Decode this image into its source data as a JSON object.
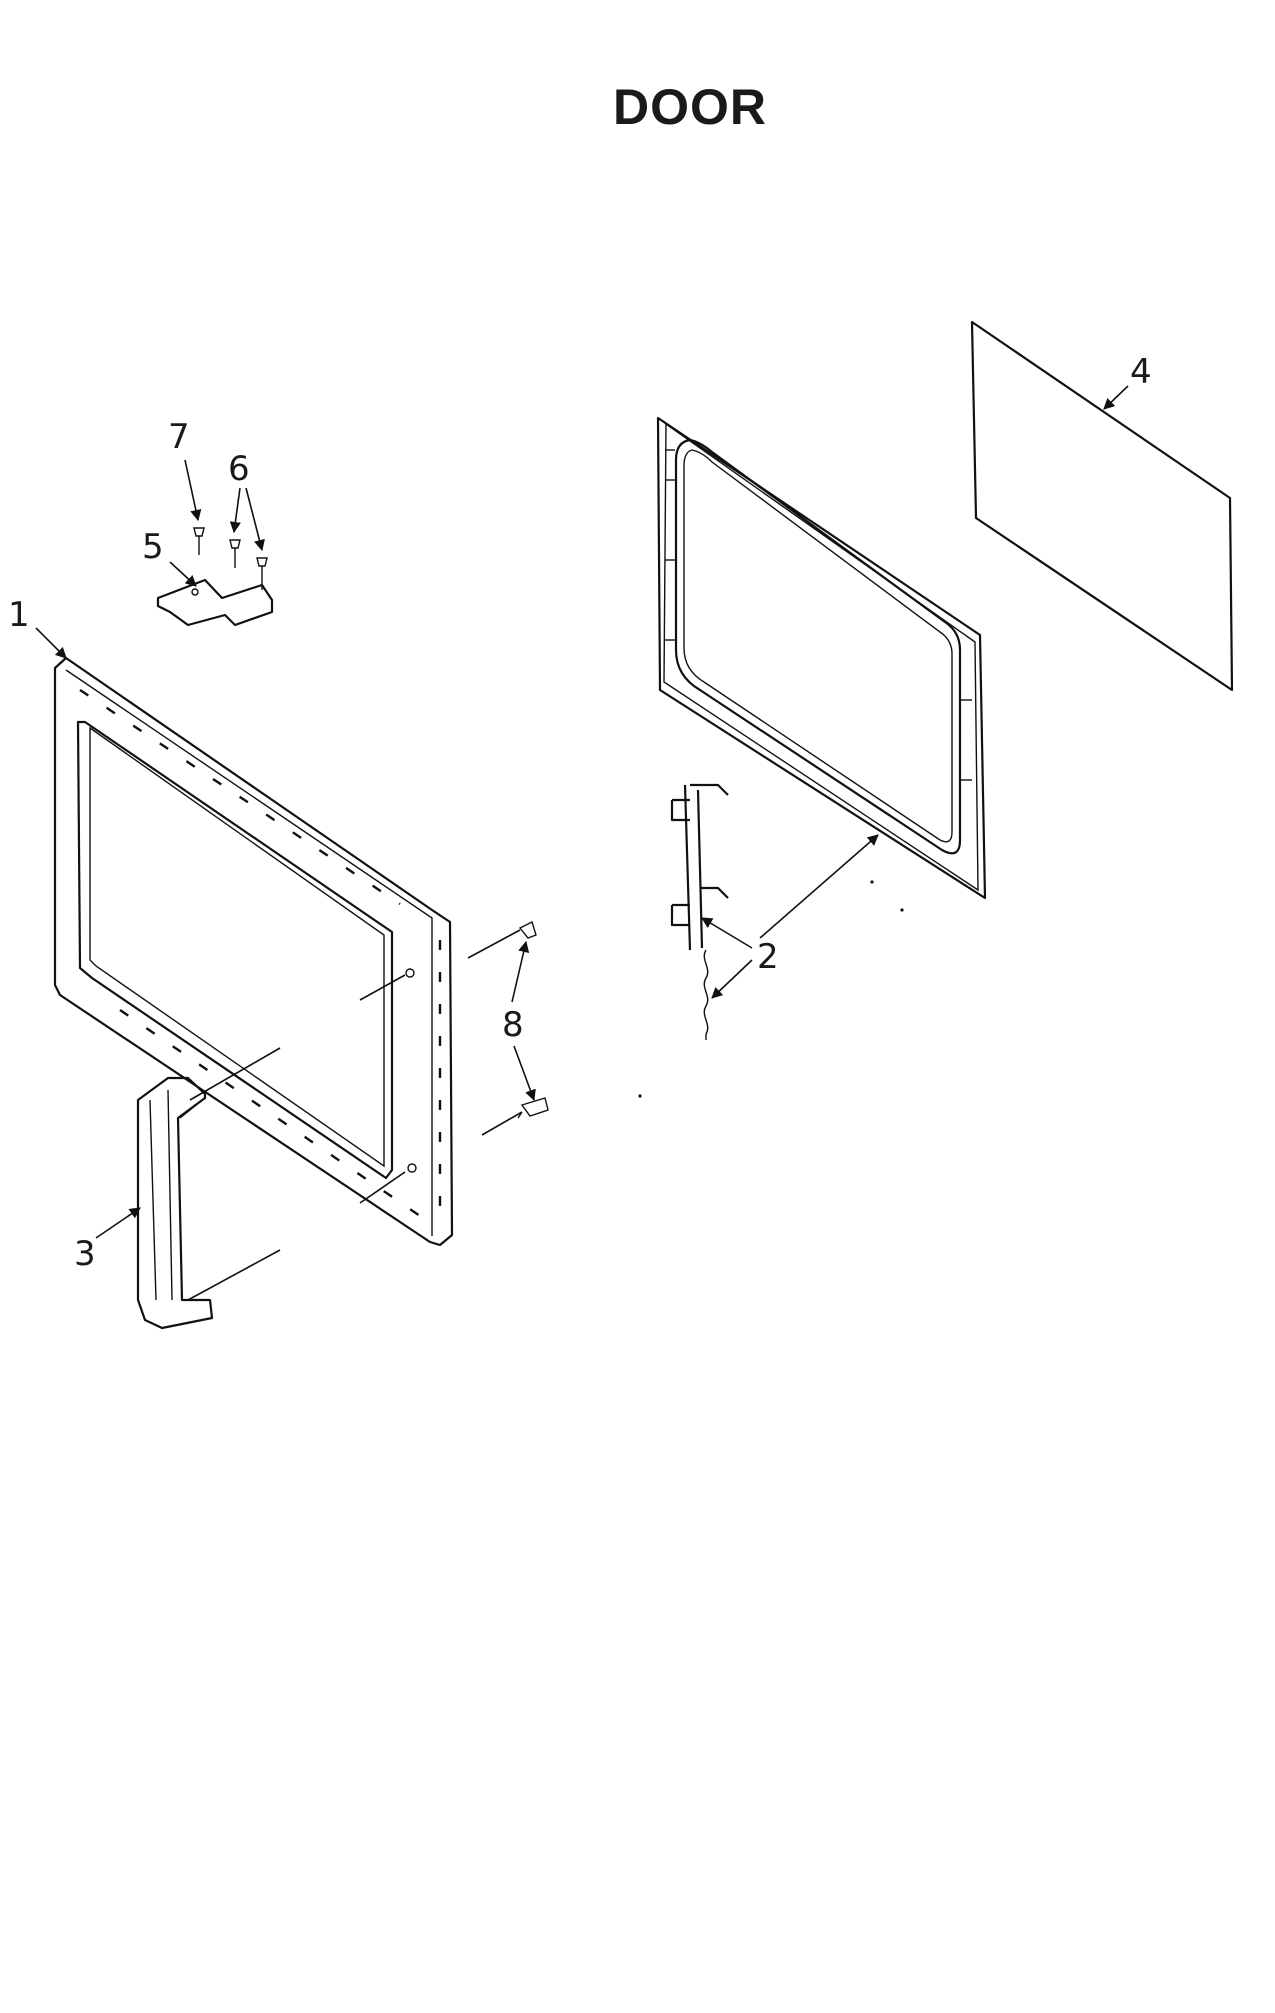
{
  "title": "DOOR",
  "callouts": [
    "1",
    "2",
    "3",
    "4",
    "5",
    "6",
    "7",
    "8"
  ]
}
